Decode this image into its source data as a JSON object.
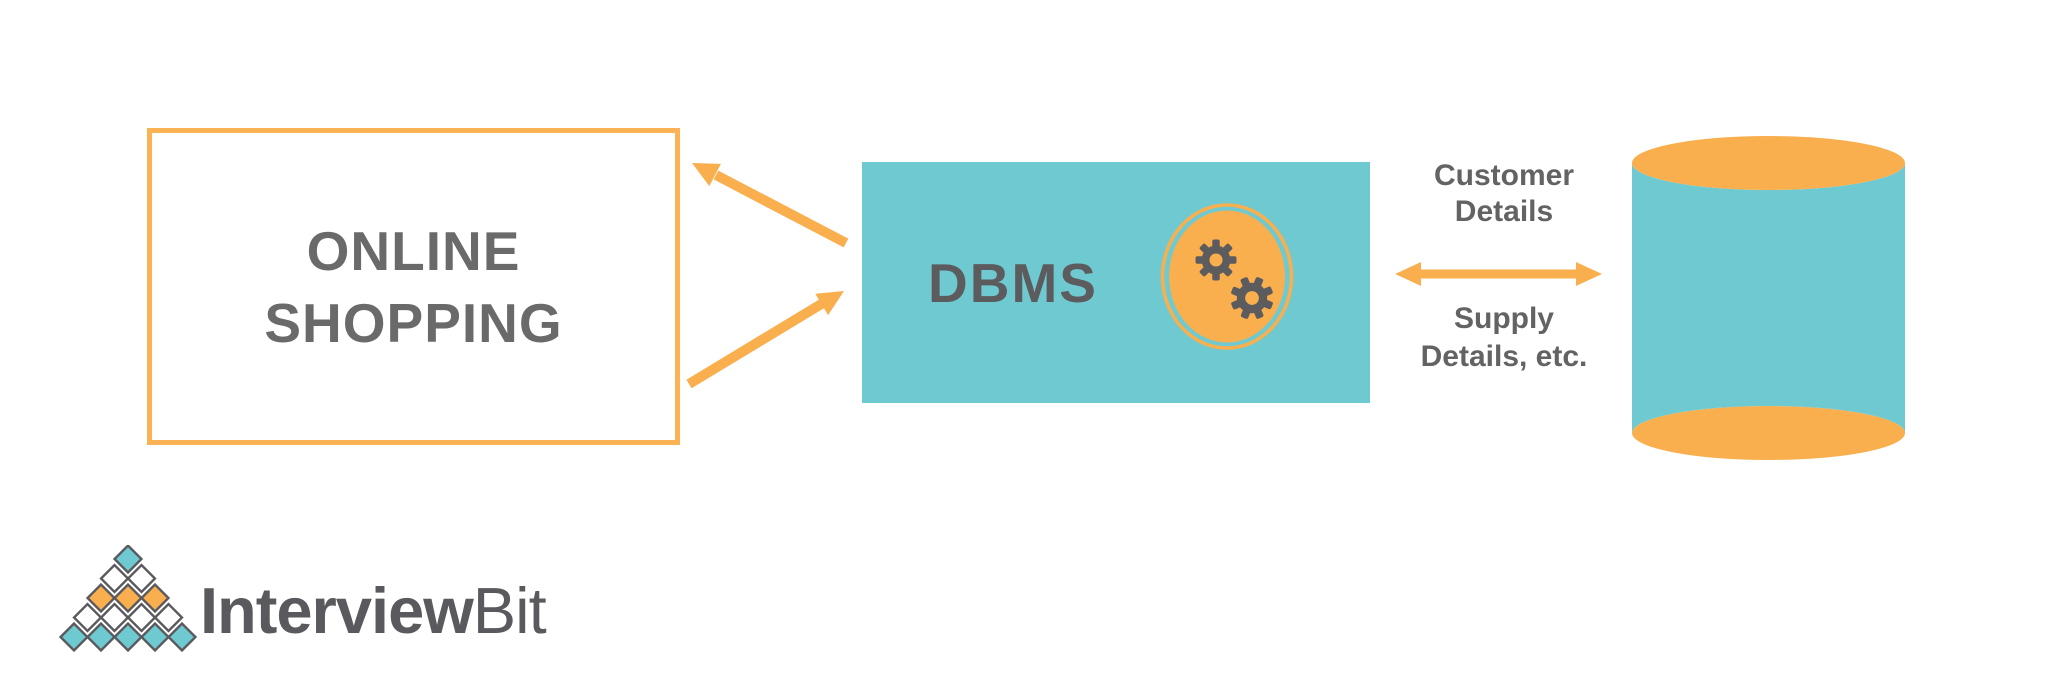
{
  "diagram": {
    "background": "#ffffff",
    "colors": {
      "orange": "#F9AF4E",
      "orange_border": "#FBB254",
      "teal": "#6FC9D1",
      "text_gray": "#6A6A6A",
      "dark_gray": "#5C5C5F",
      "label_gray": "#636363"
    },
    "nodes": [
      {
        "id": "online-shopping",
        "label": "ONLINE SHOPPING",
        "shape": "outlined-rectangle"
      },
      {
        "id": "dbms",
        "label": "DBMS",
        "shape": "filled-rectangle",
        "icon": "gears-icon"
      },
      {
        "id": "database",
        "label": "",
        "shape": "cylinder"
      }
    ],
    "edges": [
      {
        "from": "dbms",
        "to": "online-shopping",
        "style": "single-arrow"
      },
      {
        "from": "online-shopping",
        "to": "dbms",
        "style": "single-arrow"
      },
      {
        "from": "dbms",
        "to": "database",
        "style": "double-arrow",
        "labels": [
          "Customer Details",
          "Supply Details, etc."
        ]
      }
    ],
    "labels": {
      "online_shopping": "ONLINE SHOPPING",
      "dbms": "DBMS",
      "customer_details": "Customer Details",
      "supply_details": "Supply Details, etc."
    }
  },
  "logo": {
    "brand_bold": "Interview",
    "brand_light": "Bit"
  }
}
